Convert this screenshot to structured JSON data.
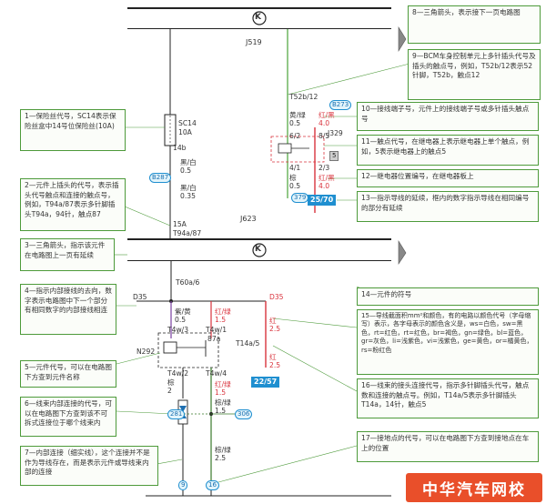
{
  "diagram": {
    "components": {
      "j519": "J519",
      "j623": "J623",
      "j329": "J329",
      "n292": "N292",
      "d35_left": "D35",
      "d35_right": "D35"
    },
    "fuse": {
      "id": "SC14",
      "rating": "10A"
    },
    "connectors": {
      "t52b": "T52b/12",
      "t94a": "T94a/87",
      "c14b": "14b",
      "c15a": "15A",
      "t60a": "T60a/6",
      "t4w3": "T4w/3",
      "t4w1": "T4w/1",
      "t4w4": "T4w/4",
      "t4w2": "T4w/2",
      "t14a": "T14a/5",
      "c87a": "87a",
      "pin6_2": "6/2",
      "pin8_5": "8/5",
      "pin4_1": "4/1",
      "pin2_3": "2/3"
    },
    "wires": {
      "w_black_05": "黑/白",
      "w_black_05_val": "0.5",
      "w_black_035": "黑/白",
      "w_black_035_val": "0.35",
      "w_yellow_05": "黄/绿",
      "w_yellow_05_val": "0.5",
      "w_brown_05": "棕",
      "w_brown_05_val": "0.5",
      "w_red_4": "红/黑",
      "w_red_4_val": "4.0",
      "w_red_4b": "红/黑",
      "w_red_4b_val": "4.0",
      "w_purple_05": "紫/黄",
      "w_purple_05_val": "0.5",
      "w_red_15": "红/绿",
      "w_red_15_val": "1.5",
      "w_red_15b": "红/绿",
      "w_red_15b_val": "1.5",
      "w_red_25": "红",
      "w_red_25_val": "2.5",
      "w_red_25b": "红",
      "w_red_25b_val": "2.5",
      "w_brown_15": "棕/绿",
      "w_brown_15_val": "1.5",
      "w_brown_25": "棕/绿",
      "w_brown_25_val": "2.5",
      "w_brown_2": "棕",
      "w_brown_2_val": "2"
    },
    "refs": {
      "r_b287": "B287",
      "r_b273": "B273",
      "r_379": "379",
      "r_281": "281",
      "r_306": "306",
      "r_9": "9",
      "r_16": "16",
      "r_relay": "5"
    },
    "tags": {
      "tag_25_70": "25/70",
      "tag_22_57": "22/57"
    },
    "symbol": "K"
  },
  "notes": [
    "8—三角箭头，表示接下一页电路图",
    "9—BCM车身控制单元上多针插头代号及插头的触点号，例如，T52b/12表示52针脚，T52b，触点12",
    "1—保险丝代号，SC14表示保险丝盒中14号位保险丝(10A)",
    "10—接线端子号，元件上的接线端子号或多针插头触点号",
    "11—触点代号，在继电器上表示继电器上单个触点，例如，5表示继电器上的触点5",
    "2—元件上插头的代号，表示插头代号触点和连接的触点号，例如，T94a/87表示多针脚插头T94a，94针，触点87",
    "12—继电器位置编号，在继电器板上",
    "13—指示导线的延续，框内的数字指示导线在相同编号的部分有延续",
    "3—三角箭头，指示该元件在电路图上一页有延续",
    "14—元件的符号",
    "4—指示内部接线的去向，数字表示电路图中下一个部分有相同数字的内部接线相连",
    "15—导线截面积mm²和颜色，有的电路以颜色代号（字母缩写）表示，各字母表示的颜色含义是，ws=白色，sw=黑色，rt=红色，rt=红色，br=褐色，gn=绿色，bl=蓝色，gr=灰色，li=浅紫色，vi=浅紫色，ge=黄色，or=橘黄色，rs=粉红色",
    "5—元件代号，可以在电路图下方查到元件名称",
    "16—线束的接头连接代号，指示多针脚插头代号，触点数和连接的触点号。例如，T14a/5表示多针脚插头T14a，14针，触点5",
    "6—线束内部连接的代号，可以在电路图下方查到该不可拆式连接位于哪个线束内",
    "7—内部连接（细实线），这个连接并不是作为导线存在，而是表示元件或导线束内部的连接",
    "17—接地点的代号，可以在电路图下方查到接地点在车上的位置"
  ],
  "watermark": "中华汽车网校"
}
